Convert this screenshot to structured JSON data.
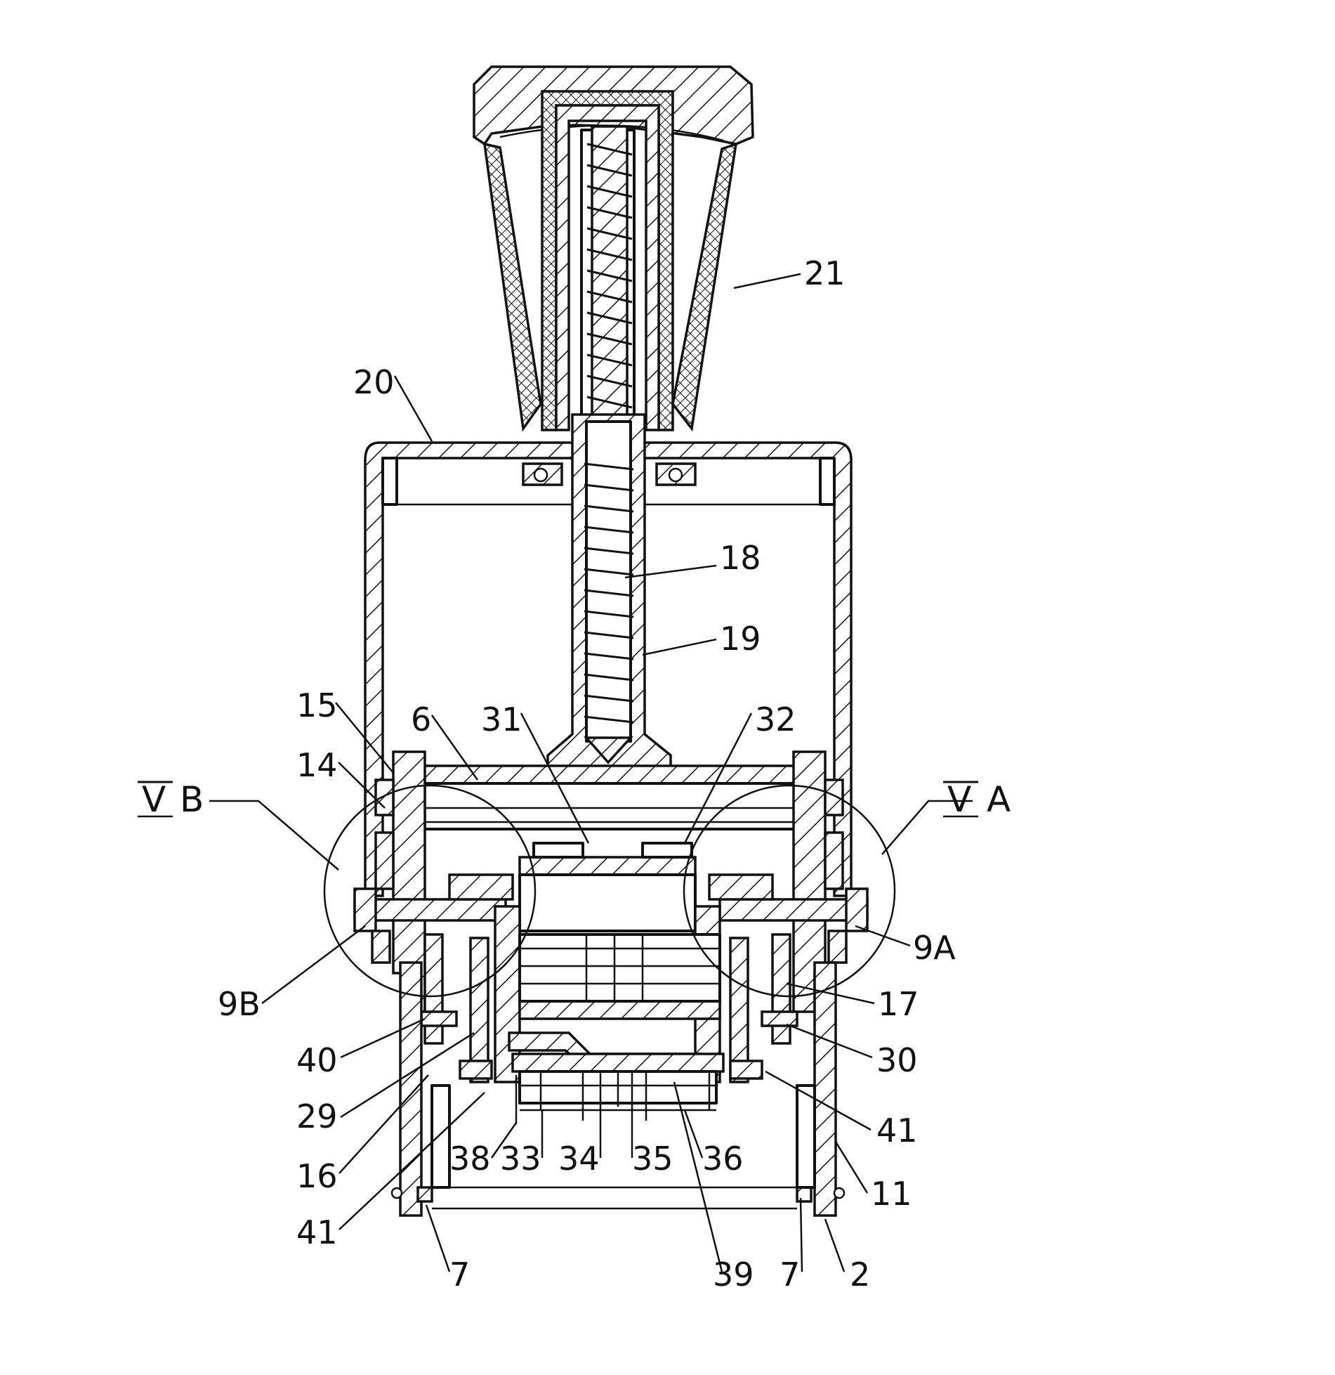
{
  "figure": {
    "labels": {
      "l21": "21",
      "l20": "20",
      "l18": "18",
      "l19": "19",
      "l15": "15",
      "l14": "14",
      "l6": "6",
      "l31": "31",
      "l32": "32",
      "vb_sym": "V",
      "vb_letter": "B",
      "va_sym": "V",
      "va_letter": "A",
      "l9a": "9A",
      "l9b": "9B",
      "l17": "17",
      "l30": "30",
      "l40": "40",
      "l29": "29",
      "l41a": "41",
      "l16": "16",
      "l41b": "41",
      "l11": "11",
      "l38": "38",
      "l33": "33",
      "l34": "34",
      "l35": "35",
      "l36": "36",
      "l7a": "7",
      "l39": "39",
      "l7b": "7",
      "l2": "2"
    }
  }
}
